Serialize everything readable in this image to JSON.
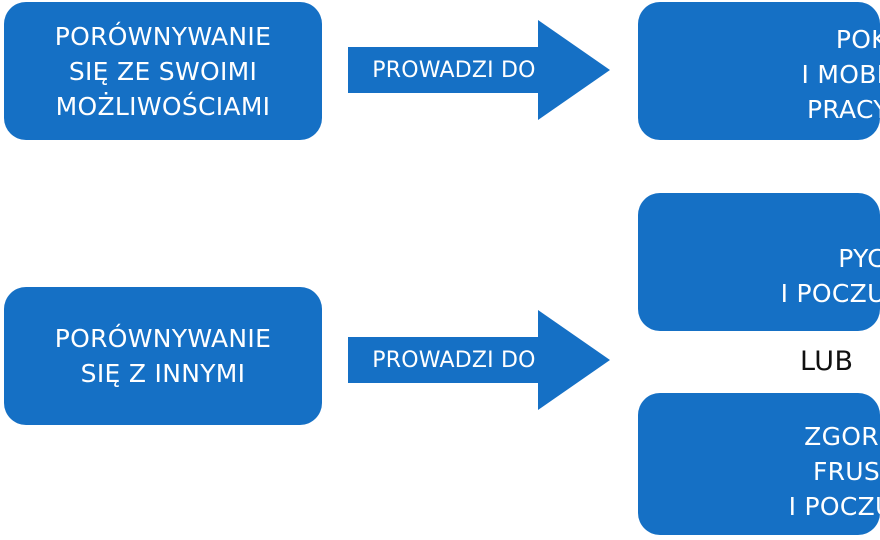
{
  "colors": {
    "box_fill": "#1570c5",
    "text_on_box": "#ffffff",
    "text_plain": "#111111",
    "background": "#ffffff"
  },
  "diagram": {
    "source_own": {
      "lines": [
        "PORÓWNYWANIE",
        "SIĘ ZE SWOIMI",
        "MOŻLIWOŚCIAMI"
      ]
    },
    "arrow_top": {
      "label": "PROWADZI DO"
    },
    "result_own": {
      "lines": [
        "POKOR",
        "I MOBILIZAC",
        "PRACY NAD"
      ]
    },
    "source_others": {
      "lines": [
        "PORÓWNYWANIE",
        "SIĘ Z INNYMI"
      ]
    },
    "arrow_bottom": {
      "label": "PROWADZI DO"
    },
    "result_pride": {
      "lines": [
        "PYCHY",
        "I POCZUCIA WY"
      ]
    },
    "or_label": "LUB",
    "result_bitter": {
      "lines": [
        "ZGORZKNIE",
        "FRUSTRAC",
        "I POCZUCIA NI"
      ]
    }
  }
}
